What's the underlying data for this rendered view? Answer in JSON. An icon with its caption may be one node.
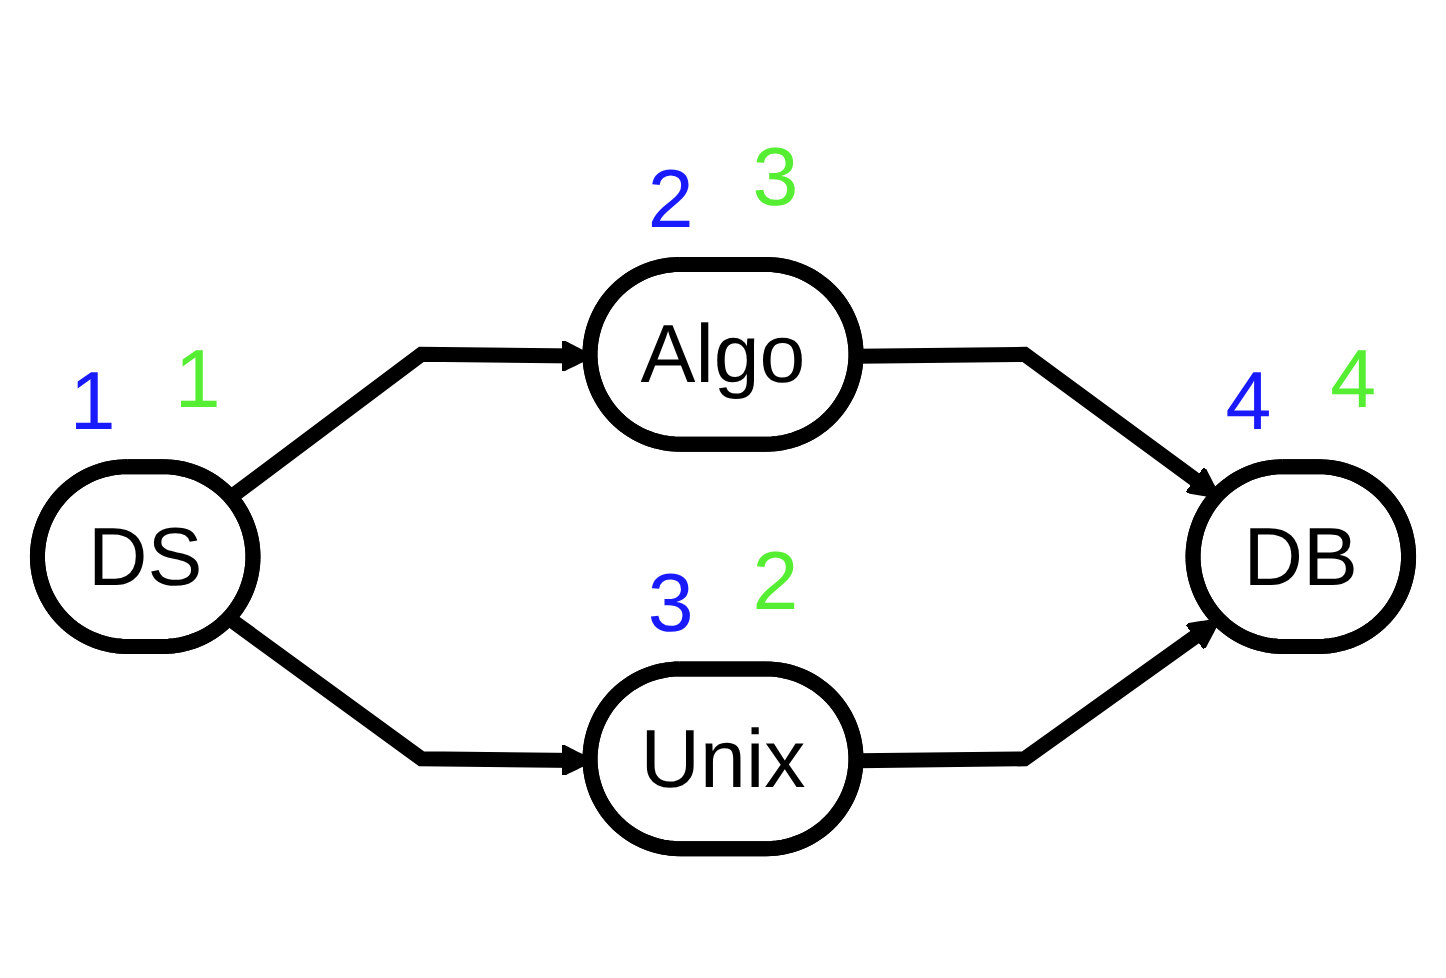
{
  "diagram": {
    "nodes": [
      {
        "text": [
          "DS"
        ],
        "beside": [
          "1",
          "1"
        ]
      },
      {
        "text": [
          "Algo"
        ],
        "beside": [
          "2",
          "3"
        ]
      },
      {
        "text": [
          "Unix"
        ],
        "beside": [
          "3",
          "2"
        ]
      },
      {
        "text": [
          "DB"
        ],
        "beside": [
          "4",
          "4"
        ]
      }
    ],
    "edges": [
      {
        "from": 0,
        "to": 1,
        "arrow": "to"
      },
      {
        "from": 0,
        "to": 2,
        "arrow": "to"
      },
      {
        "from": 1,
        "to": 3,
        "arrow": "to"
      },
      {
        "from": 2,
        "to": 3,
        "arrow": "to"
      }
    ]
  }
}
